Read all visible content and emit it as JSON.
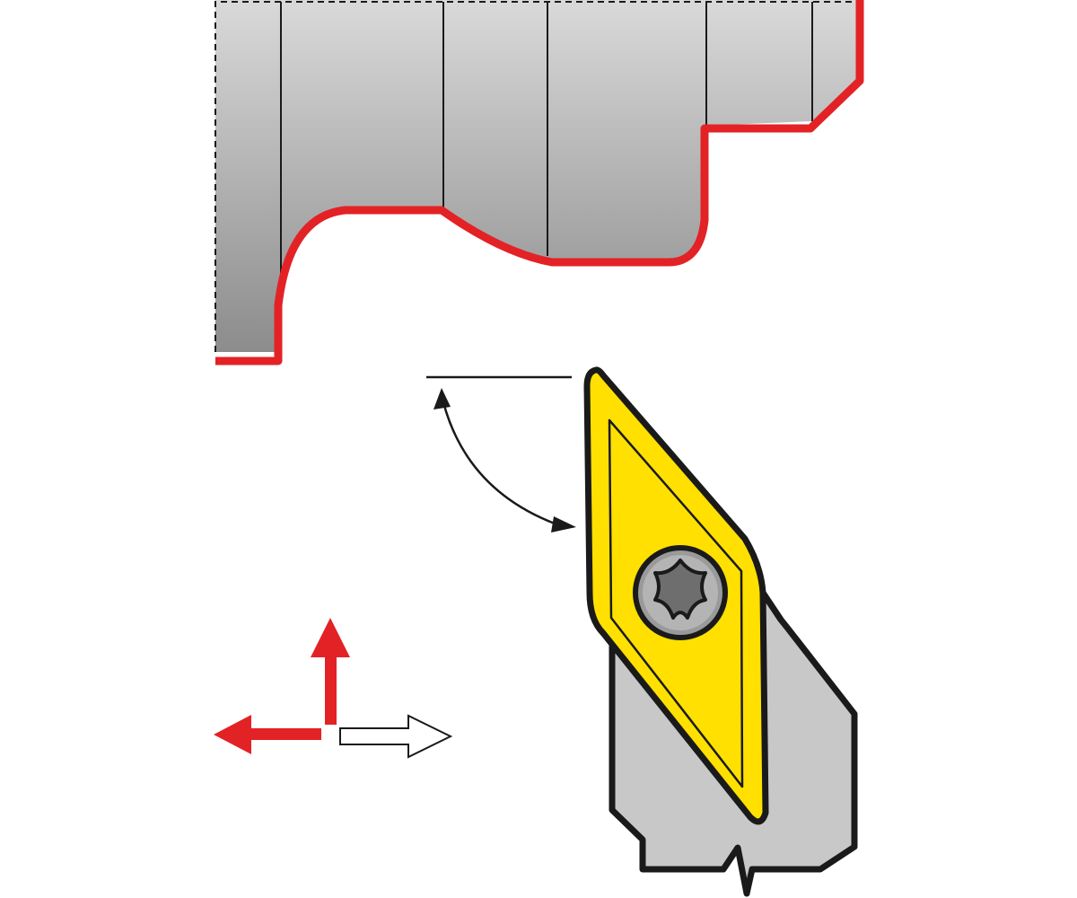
{
  "figure": {
    "type": "turning-tool-illustration",
    "description_labels": [],
    "colors": {
      "background": "#ffffff",
      "workpiece_fill_light": "#d9d9d9",
      "workpiece_fill_dark": "#8c8c8c",
      "contour_red": "#e32226",
      "outline": "#1a1a1a",
      "insert_yellow": "#ffe000",
      "holder_grey": "#c8c8c8",
      "screw_grey": "#9a9a9a",
      "angle_arrow": "#1a1a1a",
      "feed_arrow_red": "#e32226",
      "feed_arrow_hollow": "#ffffff"
    },
    "icons": {
      "workpiece": "workpiece-profile",
      "insert": "diamond-insert-icon",
      "screw": "torx-screw-icon",
      "holder": "tool-holder",
      "angle": "approach-angle-arrow",
      "feed_left": "arrow-left-icon",
      "feed_up": "arrow-up-icon",
      "feed_right": "arrow-right-outline-icon"
    }
  }
}
